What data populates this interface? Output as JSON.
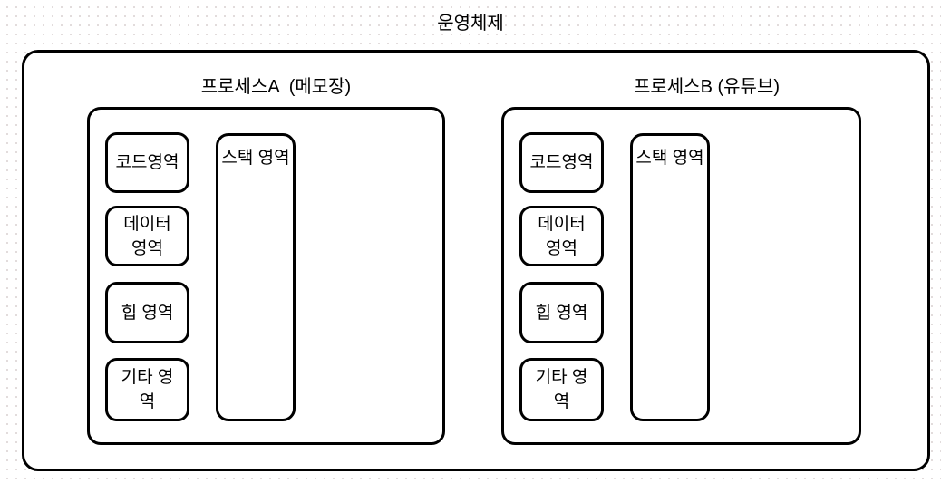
{
  "canvas": {
    "background_color": "#ffffff",
    "grid_dot_color": "#e2dcdc",
    "stroke_color": "#000000",
    "shape_fill_color": "#ffffff"
  },
  "title": "운영체제",
  "processes": [
    {
      "id": "A",
      "title": "프로세스A  (메모장)",
      "regions": [
        "코드영역",
        "데이터 영역",
        "힙 영역",
        "기타 영역"
      ],
      "stack_label": "스택 영역"
    },
    {
      "id": "B",
      "title": "프로세스B (유튜브)",
      "regions": [
        "코드영역",
        "데이터 영역",
        "힙 영역",
        "기타 영역"
      ],
      "stack_label": "스택 영역"
    }
  ]
}
